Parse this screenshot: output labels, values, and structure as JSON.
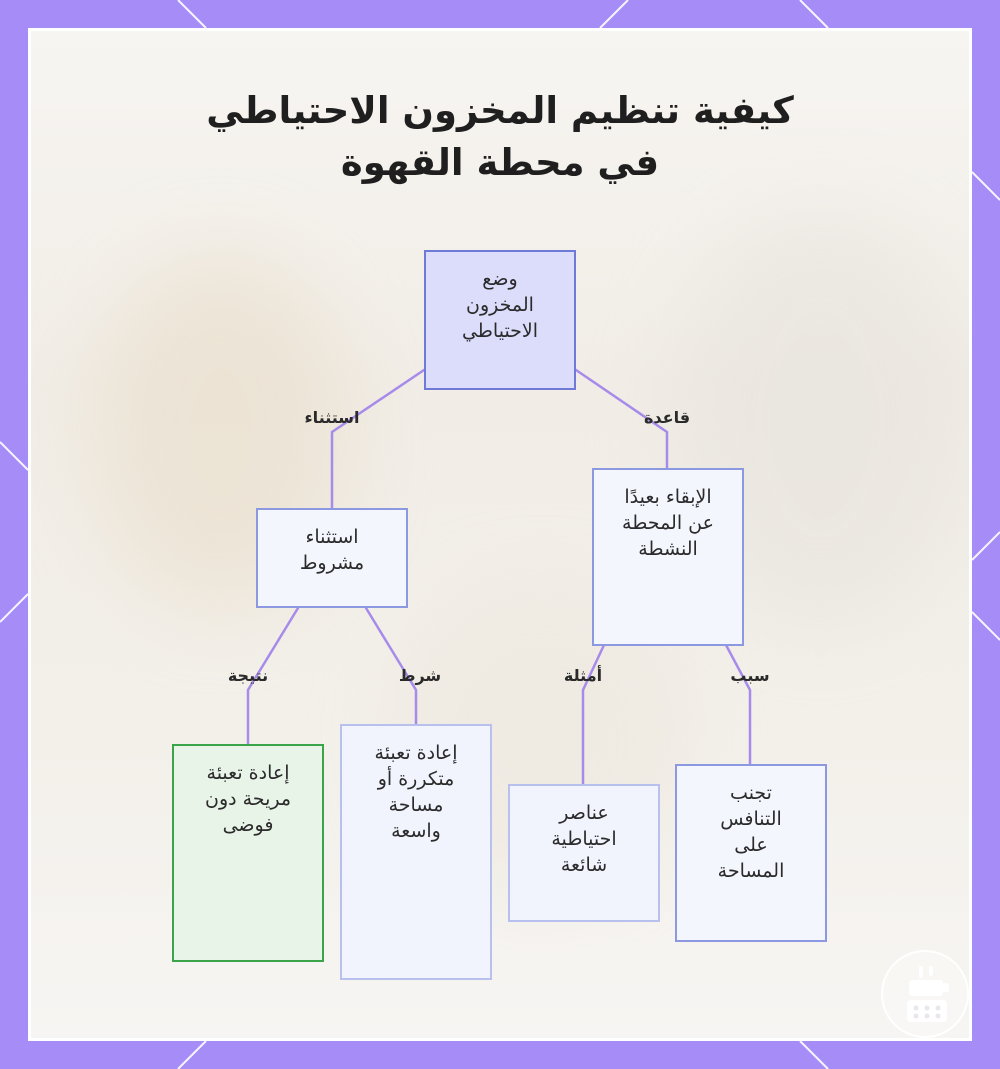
{
  "title": {
    "line1": "كيفية تنظيم المخزون الاحتياطي",
    "line2": "في محطة القهوة"
  },
  "nodes": {
    "root": "وضع\nالمخزون\nالاحتياطي",
    "keep_away": "الإبقاء بعيدًا\nعن المحطة\nالنشطة",
    "conditional_exception": "استثناء\nمشروط",
    "avoid_competition": "تجنب\nالتنافس\nعلى\nالمساحة",
    "common_items": "عناصر\nاحتياطية\nشائعة",
    "frequent_refill": "إعادة تعبئة\nمتكررة أو\nمساحة\nواسعة",
    "comfortable_refill": "إعادة تعبئة\nمريحة دون\nفوضى"
  },
  "edges": {
    "rule": "قاعدة",
    "exception": "استثناء",
    "reason": "سبب",
    "examples": "أمثلة",
    "condition": "شرط",
    "result": "نتيجة"
  },
  "colors": {
    "frame": "#a58cf7",
    "connector": "#a78bea",
    "root_fill": "#dcdcfb",
    "root_border": "#6f79d6",
    "node_fill": "#f4f6fd",
    "node_border": "#8c98e0",
    "result_fill": "#e8f4e8",
    "result_border": "#3aa44a"
  },
  "icons": {
    "logo": "coffee-maker-icon"
  }
}
